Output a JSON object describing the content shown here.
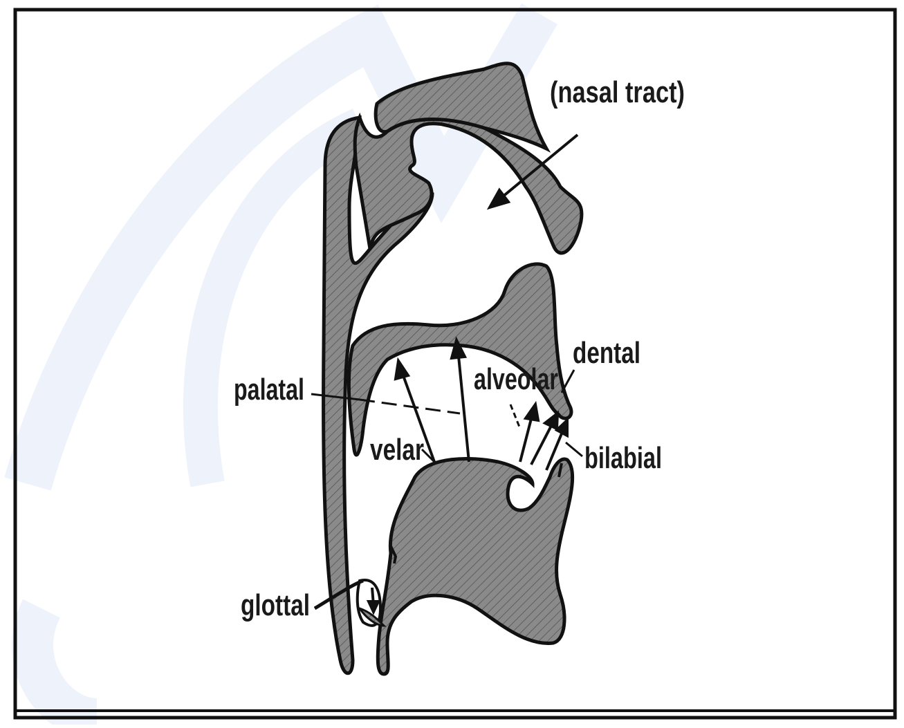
{
  "diagram": {
    "labels": {
      "nasal_tract": "(nasal  tract)",
      "dental": "dental",
      "alveolar": "alveolar",
      "palatal": "palatal",
      "velar": "velar",
      "bilabial": "bilabial",
      "glottal": "glottal"
    }
  },
  "colors": {
    "tissue_fill": "#8a8a8a",
    "outline": "#111111",
    "watermark": "#dfe8f8",
    "background": "#ffffff"
  }
}
